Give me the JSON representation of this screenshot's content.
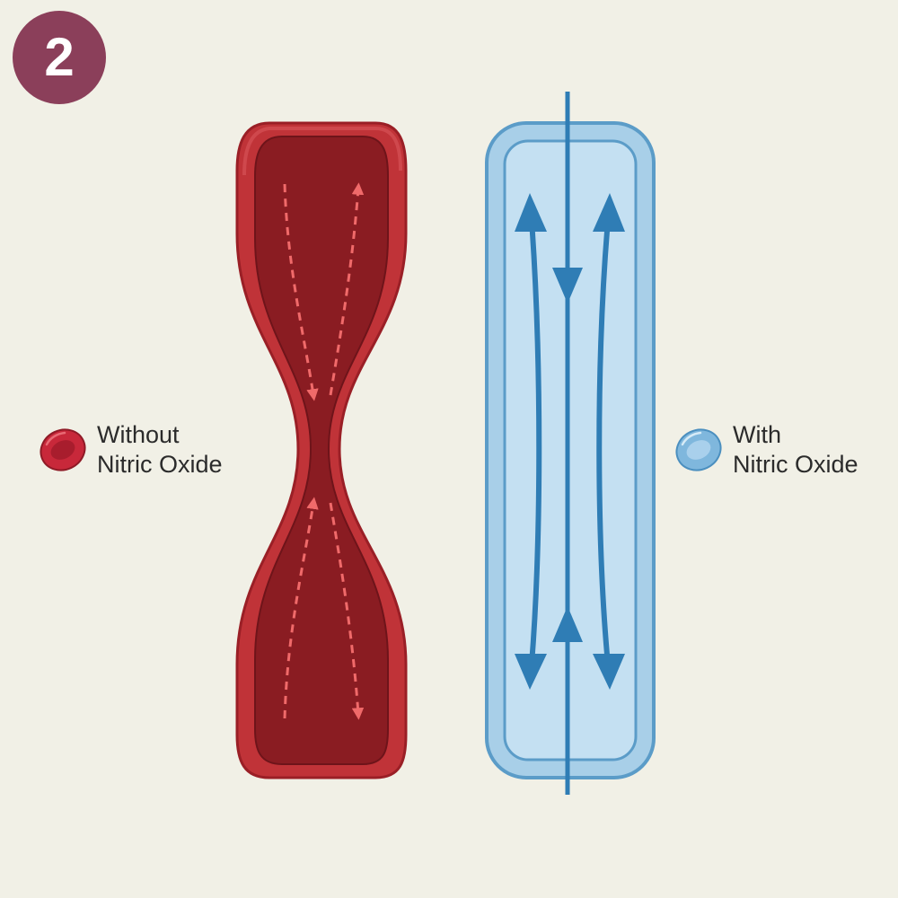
{
  "step_badge": {
    "number": "2"
  },
  "legend_left": {
    "line1": "Without",
    "line2": "Nitric Oxide"
  },
  "legend_right": {
    "line1": "With",
    "line2": "Nitric Oxide"
  },
  "colors": {
    "background": "#f1f0e6",
    "badge": "#8b3f5a",
    "constricted_vessel_outer": "#c03338",
    "constricted_vessel_inner": "#8a1c22",
    "constricted_flow_arrows": "#f06a6a",
    "dilated_vessel_outer": "#a8cfe8",
    "dilated_vessel_inner": "#c4e0f2",
    "dilated_vessel_stroke": "#5b9cc8",
    "dilated_flow_arrows": "#2f7db5",
    "red_blood_cell": "#c8283a",
    "blue_blood_cell": "#7fb7dd"
  },
  "icons": {
    "legend_left": "red-blood-cell-icon",
    "legend_right": "blue-blood-cell-icon"
  }
}
